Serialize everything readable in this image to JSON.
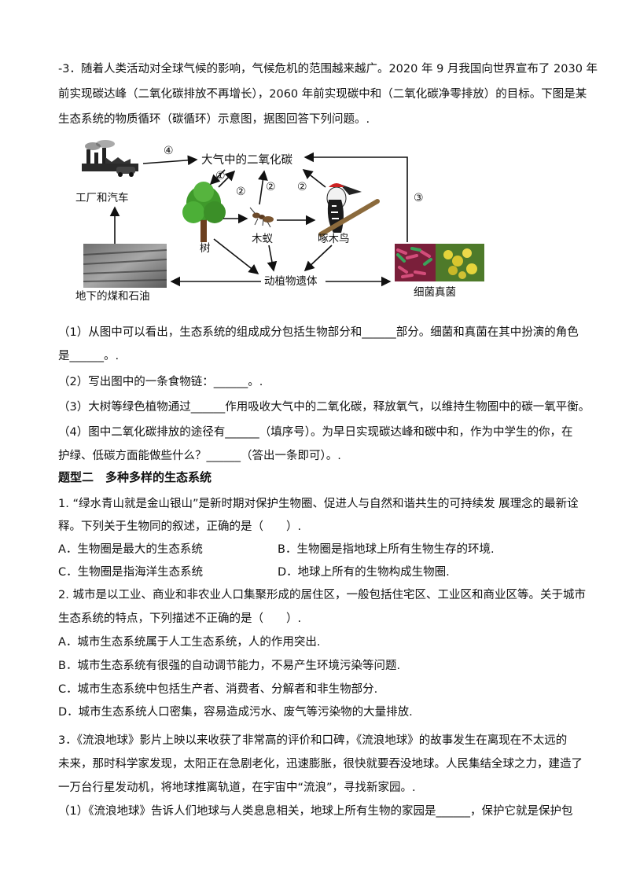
{
  "q3": {
    "l1": "-3．随着人类活动对全球气候的影响，气候危机的范围越来越广。2020 年 9 月我国向世界宣布了 2030 年",
    "l2": "前实现碳达峰（二氧化碳排放不再增长），2060 年前实现碳中和（二氧化碳净零排放）的目标。下图是某",
    "l3": "生态系统的物质循环（碳循环）示意图，据图回答下列问题。."
  },
  "diagram": {
    "atmosphere": "大气中的二氧化碳",
    "factory": "工厂和汽车",
    "tree": "树",
    "termite": "木蚁",
    "woodpecker": "啄木鸟",
    "remains": "动植物遗体",
    "coal_oil": "地下的煤和石油",
    "microbes": "细菌真菌",
    "n1": "①",
    "n2a": "②",
    "n2b": "②",
    "n2c": "②",
    "n3": "③",
    "n4": "④"
  },
  "sub": {
    "s1a": "（1）从图中可以看出，生态系统的组成成分包括生物部分和______部分。细菌和真菌在其中扮演的角色",
    "s1b": "是______。.",
    "s2": "（2）写出图中的一条食物链：______。.",
    "s3": "（3）大树等绿色植物通过______作用吸收大气中的二氧化碳，释放氧气，以维持生物圈中的碳一氧平衡。",
    "s4a": "（4）图中二氧化碳排放的途径有______（填序号）。为早日实现碳达峰和碳中和，作为中学生的你，在",
    "s4b": "护绿、低碳方面能做些什么？______（答出一条即可）。."
  },
  "section2": {
    "title": "题型二　多种多样的生态系统"
  },
  "p1": {
    "l1": "1. “绿水青山就是金山银山”是新时期对保护生物圈、促进人与自然和谐共生的可持续发 展理念的最新诠",
    "l2": "释。下列关于生物同的叙述，正确的是（　　）.",
    "a": "A．生物圈是最大的生态系统",
    "b": "B．生物圈是指地球上所有生物生存的环境.",
    "c": "C．生物圈是指海洋生态系统",
    "d": "D．地球上所有的生物构成生物圈."
  },
  "p2": {
    "l1": "2. 城市是以工业、商业和非农业人口集聚形成的居住区，一般包括住宅区、工业区和商业区等。关于城市",
    "l2": "生态系统的特点，下列描述不正确的是（　　）.",
    "a": "A．城市生态系统属于人工生态系统，人的作用突出.",
    "b": "B．城市生态系统有很强的自动调节能力，不易产生环境污染等问题.",
    "c": "C．城市生态系统中包括生产者、消费者、分解者和非生物部分.",
    "d": "D．城市生态系统人口密集，容易造成污水、废气等污染物的大量排放."
  },
  "p3": {
    "l1": "3．《流浪地球》影片上映以来收获了非常高的评价和口碑，《流浪地球》的故事发生在离现在不太远的",
    "l2": "未来，那时科学家发现，太阳正在急剧老化，迅速膨胀，很快就要吞没地球。人民集结全球之力，建造了",
    "l3": "一万台行星发动机，将地球推离轨道，在宇宙中“流浪”，寻找新家园。.",
    "l4": "（1）《流浪地球》告诉人们地球与人类息息相关，地球上所有生物的家园是______，保护它就是保护包"
  }
}
